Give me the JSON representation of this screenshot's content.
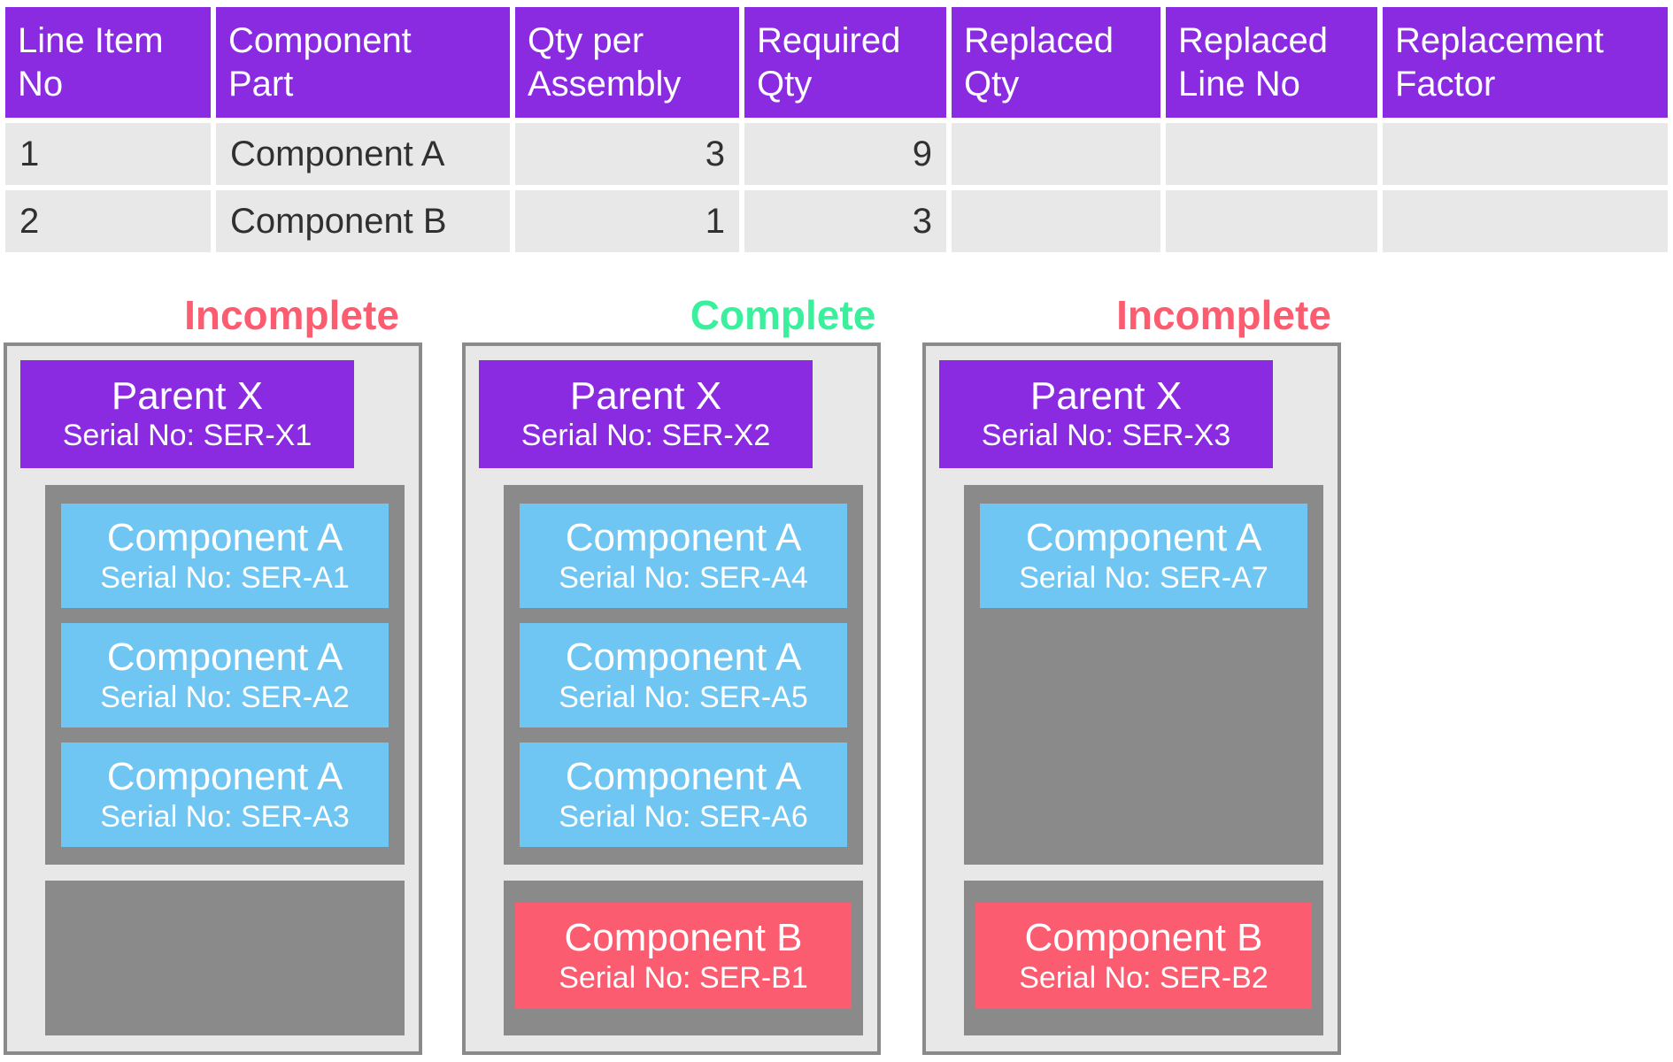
{
  "table": {
    "headers": [
      "Line Item\nNo",
      "Component\nPart",
      "Qty per\nAssembly",
      "Required\nQty",
      "Replaced\nQty",
      "Replaced\nLine No",
      "Replacement\nFactor"
    ],
    "rows": [
      [
        "1",
        "Component A",
        "3",
        "9",
        "",
        "",
        ""
      ],
      [
        "2",
        "Component B",
        "1",
        "3",
        "",
        "",
        ""
      ]
    ]
  },
  "panels": [
    {
      "status": "Incomplete",
      "parent": {
        "title": "Parent X",
        "serial": "Serial No: SER-X1"
      },
      "components_a": [
        {
          "title": "Component A",
          "serial": "Serial No: SER-A1"
        },
        {
          "title": "Component A",
          "serial": "Serial No: SER-A2"
        },
        {
          "title": "Component A",
          "serial": "Serial No: SER-A3"
        }
      ],
      "components_b": []
    },
    {
      "status": "Complete",
      "parent": {
        "title": "Parent X",
        "serial": "Serial No: SER-X2"
      },
      "components_a": [
        {
          "title": "Component A",
          "serial": "Serial No: SER-A4"
        },
        {
          "title": "Component A",
          "serial": "Serial No: SER-A5"
        },
        {
          "title": "Component A",
          "serial": "Serial No: SER-A6"
        }
      ],
      "components_b": [
        {
          "title": "Component B",
          "serial": "Serial No: SER-B1"
        }
      ]
    },
    {
      "status": "Incomplete",
      "parent": {
        "title": "Parent X",
        "serial": "Serial No: SER-X3"
      },
      "components_a": [
        {
          "title": "Component A",
          "serial": "Serial No: SER-A7"
        }
      ],
      "components_b": [
        {
          "title": "Component B",
          "serial": "Serial No: SER-B2"
        }
      ]
    }
  ],
  "colors": {
    "header_purple": "#8A2BE2",
    "component_a_blue": "#6FC6F3",
    "component_b_red": "#FB5C70",
    "status_incomplete": "#FB5C70",
    "status_complete": "#3BF09C",
    "slot_gray": "#8A8A8A",
    "panel_background": "#E8E8E8",
    "table_row_background": "#E8E8E8"
  }
}
